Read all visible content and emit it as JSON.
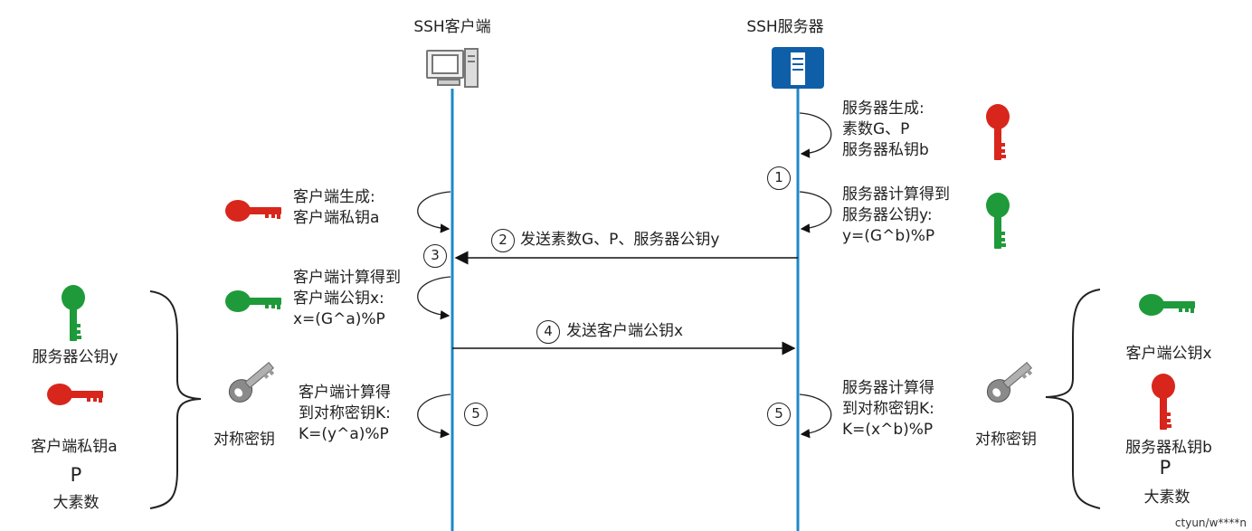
{
  "lifelines": {
    "client_title": "SSH客户端",
    "server_title": "SSH服务器"
  },
  "server_gen": {
    "lines": [
      "服务器生成:",
      "素数G、P",
      "服务器私钥b"
    ],
    "step": "1"
  },
  "client_gen": {
    "lines": [
      "客户端生成:",
      "客户端私钥a"
    ]
  },
  "server_calc_pub": {
    "lines": [
      "服务器计算得到",
      "服务器公钥y:",
      "y=(G^b)%P"
    ]
  },
  "msg_send_primes": {
    "step": "2",
    "label": "发送素数G、P、服务器公钥y",
    "receive_step": "3"
  },
  "client_calc_pub": {
    "lines": [
      "客户端计算得到",
      "客户端公钥x:",
      "x=(G^a)%P"
    ]
  },
  "msg_send_client_pub": {
    "step": "4",
    "label": "发送客户端公钥x"
  },
  "client_sym": {
    "lines": [
      "客户端计算得",
      "到对称密钥K:",
      "K=(y^a)%P"
    ],
    "step": "5",
    "key_label": "对称密钥"
  },
  "server_sym": {
    "lines": [
      "服务器计算得",
      "到对称密钥K:",
      "K=(x^b)%P"
    ],
    "step": "5",
    "key_label": "对称密钥"
  },
  "left_group": {
    "items": [
      "服务器公钥y",
      "客户端私钥a",
      "P",
      "大素数"
    ]
  },
  "right_group": {
    "items": [
      "客户端公钥x",
      "服务器私钥b",
      "P",
      "大素数"
    ]
  },
  "watermark": "ctyun/w****n",
  "colors": {
    "lifeline": "#1e88c8",
    "server_icon": "#0e5fa8",
    "red_key": "#d8261c",
    "green_key": "#1f9a3a",
    "gray_key": "#8a8a8a"
  }
}
